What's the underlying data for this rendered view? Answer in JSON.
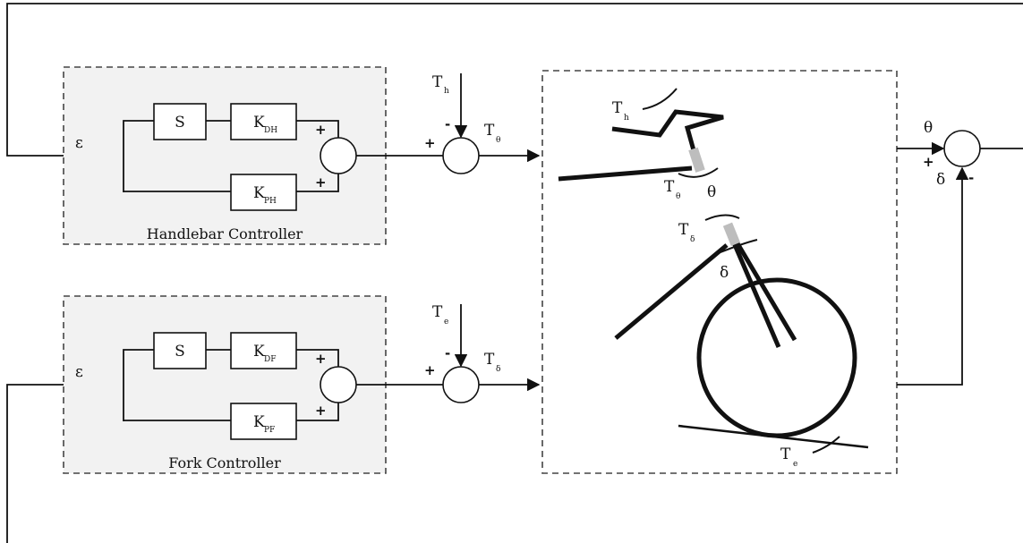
{
  "handlebar": {
    "caption": "Handlebar Controller",
    "s_block": "S",
    "kd": {
      "main": "K",
      "sub": "DH"
    },
    "kp": {
      "main": "K",
      "sub": "PH"
    },
    "input": "ε",
    "sum_plus_top": "+",
    "sum_plus_bottom": "+"
  },
  "fork": {
    "caption": "Fork Controller",
    "s_block": "S",
    "kd": {
      "main": "K",
      "sub": "DF"
    },
    "kp": {
      "main": "K",
      "sub": "PF"
    },
    "input": "ε",
    "sum_plus_top": "+",
    "sum_plus_bottom": "+"
  },
  "disturbances": {
    "th": {
      "main": "T",
      "sub": "h",
      "sign": "-"
    },
    "te": {
      "main": "T",
      "sub": "e",
      "sign": "-"
    },
    "sum_th_plus": "+",
    "sum_te_plus": "+"
  },
  "outputs": {
    "t_theta": {
      "main": "T",
      "sub": "θ"
    },
    "t_delta": {
      "main": "T",
      "sub": "δ"
    }
  },
  "plant": {
    "th": {
      "main": "T",
      "sub": "h"
    },
    "t_theta": {
      "main": "T",
      "sub": "θ"
    },
    "theta": "θ",
    "t_delta": {
      "main": "T",
      "sub": "δ"
    },
    "delta": "δ",
    "te": {
      "main": "T",
      "sub": "e"
    }
  },
  "final_sum": {
    "theta": "θ",
    "delta": "δ",
    "plus": "+",
    "minus": "-"
  }
}
